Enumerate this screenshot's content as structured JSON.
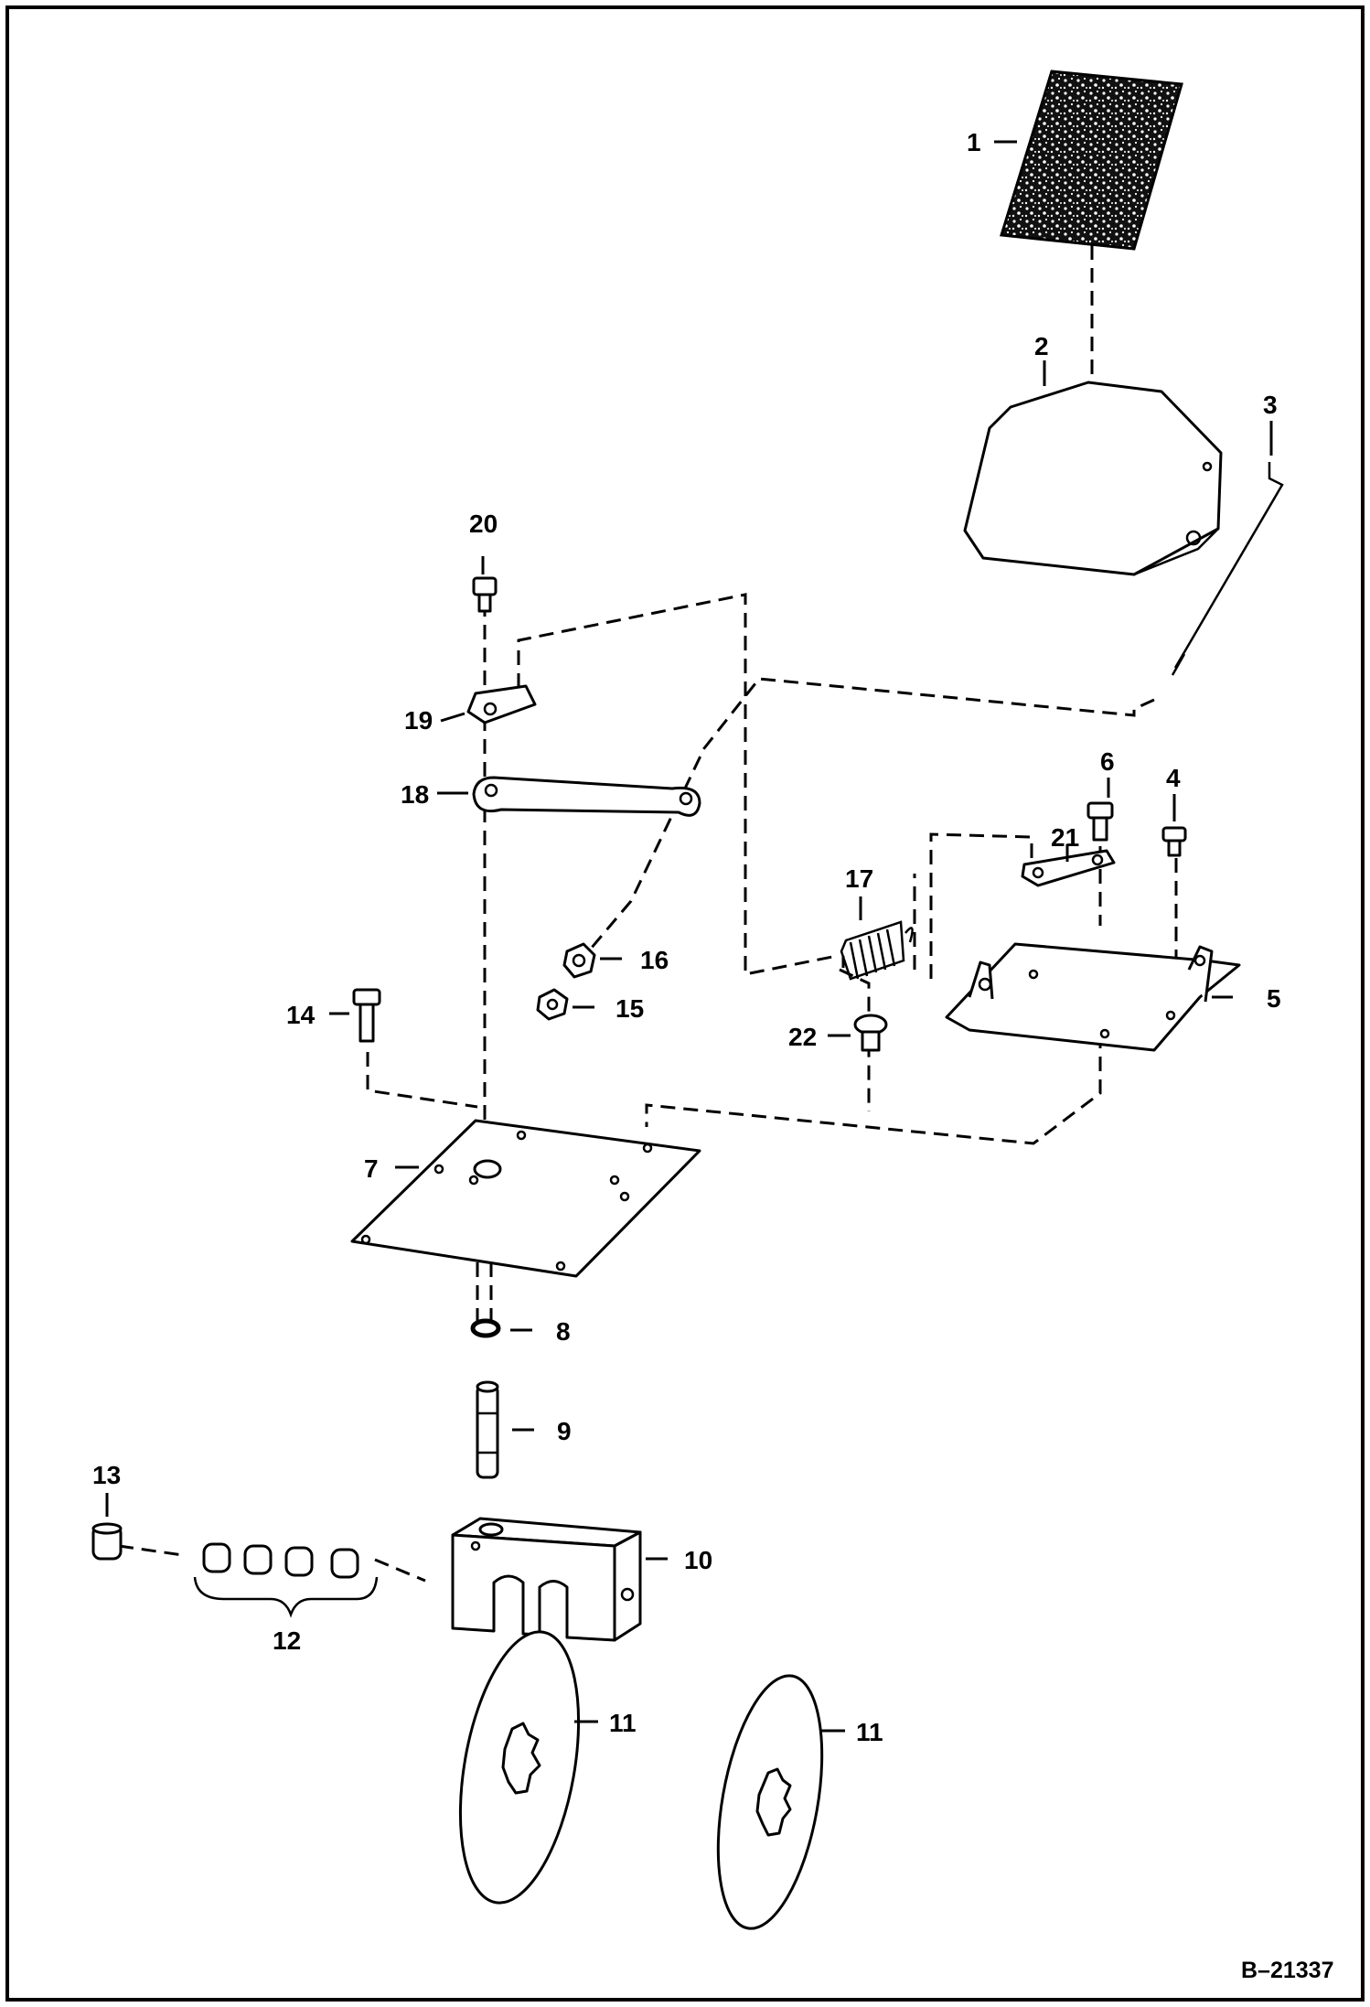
{
  "diagram": {
    "document_ref": "B–21337",
    "callouts": [
      {
        "id": "c1",
        "text": "1"
      },
      {
        "id": "c2",
        "text": "2"
      },
      {
        "id": "c3",
        "text": "3"
      },
      {
        "id": "c4",
        "text": "4"
      },
      {
        "id": "c5",
        "text": "5"
      },
      {
        "id": "c6",
        "text": "6"
      },
      {
        "id": "c7",
        "text": "7"
      },
      {
        "id": "c8",
        "text": "8"
      },
      {
        "id": "c9",
        "text": "9"
      },
      {
        "id": "c10",
        "text": "10"
      },
      {
        "id": "c11a",
        "text": "11"
      },
      {
        "id": "c11b",
        "text": "11"
      },
      {
        "id": "c12",
        "text": "12"
      },
      {
        "id": "c13",
        "text": "13"
      },
      {
        "id": "c14",
        "text": "14"
      },
      {
        "id": "c15",
        "text": "15"
      },
      {
        "id": "c16",
        "text": "16"
      },
      {
        "id": "c17",
        "text": "17"
      },
      {
        "id": "c18",
        "text": "18"
      },
      {
        "id": "c19",
        "text": "19"
      },
      {
        "id": "c20",
        "text": "20"
      },
      {
        "id": "c21",
        "text": "21"
      },
      {
        "id": "c22",
        "text": "22"
      }
    ]
  }
}
